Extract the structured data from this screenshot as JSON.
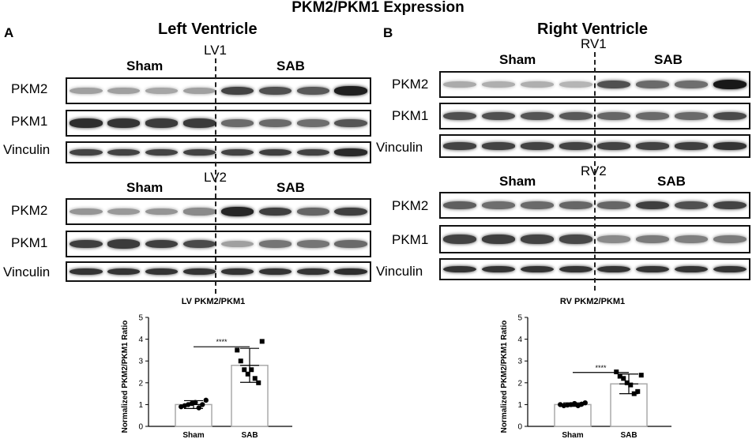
{
  "figure": {
    "title": "PKM2/PKM1 Expression",
    "panels": [
      {
        "letter": "A",
        "title": "Left Ventricle",
        "blocks": [
          {
            "tag": "LV1",
            "group_left": "Sham",
            "group_right": "SAB",
            "rows": [
              {
                "label": "PKM2",
                "intensities": [
                  0.35,
                  0.35,
                  0.32,
                  0.35,
                  0.78,
                  0.72,
                  0.68,
                  0.95
                ]
              },
              {
                "label": "PKM1",
                "intensities": [
                  0.88,
                  0.85,
                  0.82,
                  0.82,
                  0.6,
                  0.6,
                  0.58,
                  0.7
                ]
              },
              {
                "label": "Vinculin",
                "intensities": [
                  0.78,
                  0.78,
                  0.78,
                  0.78,
                  0.78,
                  0.8,
                  0.78,
                  0.9
                ]
              }
            ]
          },
          {
            "tag": "LV2",
            "group_left": "Sham",
            "group_right": "SAB",
            "rows": [
              {
                "label": "PKM2",
                "intensities": [
                  0.4,
                  0.38,
                  0.4,
                  0.45,
                  0.92,
                  0.8,
                  0.62,
                  0.8
                ]
              },
              {
                "label": "PKM1",
                "intensities": [
                  0.8,
                  0.82,
                  0.8,
                  0.75,
                  0.35,
                  0.55,
                  0.55,
                  0.6
                ]
              },
              {
                "label": "Vinculin",
                "intensities": [
                  0.85,
                  0.85,
                  0.85,
                  0.85,
                  0.85,
                  0.85,
                  0.85,
                  0.88
                ]
              }
            ]
          }
        ]
      },
      {
        "letter": "B",
        "title": "Right Ventricle",
        "blocks": [
          {
            "tag": "RV1",
            "group_left": "Sham",
            "group_right": "SAB",
            "rows": [
              {
                "label": "PKM2",
                "intensities": [
                  0.3,
                  0.28,
                  0.28,
                  0.25,
                  0.72,
                  0.6,
                  0.58,
                  0.98
                ]
              },
              {
                "label": "PKM1",
                "intensities": [
                  0.72,
                  0.72,
                  0.7,
                  0.68,
                  0.62,
                  0.6,
                  0.6,
                  0.75
                ]
              },
              {
                "label": "Vinculin",
                "intensities": [
                  0.78,
                  0.78,
                  0.78,
                  0.78,
                  0.78,
                  0.78,
                  0.8,
                  0.85
                ]
              }
            ]
          },
          {
            "tag": "RV2",
            "group_left": "Sham",
            "group_right": "SAB",
            "rows": [
              {
                "label": "PKM2",
                "intensities": [
                  0.65,
                  0.58,
                  0.6,
                  0.62,
                  0.62,
                  0.8,
                  0.72,
                  0.78
                ]
              },
              {
                "label": "PKM1",
                "intensities": [
                  0.78,
                  0.8,
                  0.78,
                  0.76,
                  0.45,
                  0.52,
                  0.5,
                  0.52
                ]
              },
              {
                "label": "Vinculin",
                "intensities": [
                  0.85,
                  0.85,
                  0.85,
                  0.85,
                  0.85,
                  0.85,
                  0.85,
                  0.85
                ]
              }
            ]
          }
        ]
      }
    ]
  },
  "chart_data": [
    {
      "type": "bar",
      "title": "LV PKM2/PKM1",
      "ylabel": "Normalized PKM2/PKM1 Ratio",
      "xlabel": "",
      "categories": [
        "Sham",
        "SAB"
      ],
      "values": [
        1.0,
        2.8
      ],
      "error": [
        0.18,
        0.78
      ],
      "ylim": [
        0,
        5
      ],
      "yticks": [
        0,
        1,
        2,
        3,
        4,
        5
      ],
      "significance": "****",
      "points": [
        [
          0.9,
          0.95,
          1.0,
          1.05,
          1.1,
          0.85,
          1.0,
          1.2
        ],
        [
          3.5,
          3.0,
          2.6,
          2.4,
          2.6,
          2.2,
          2.0,
          3.9
        ]
      ]
    },
    {
      "type": "bar",
      "title": "RV PKM2/PKM1",
      "ylabel": "Normalized PKM2/PKM1 Ratio",
      "xlabel": "",
      "categories": [
        "Sham",
        "SAB"
      ],
      "values": [
        1.0,
        1.95
      ],
      "error": [
        0.08,
        0.45
      ],
      "ylim": [
        0,
        5
      ],
      "yticks": [
        0,
        1,
        2,
        3,
        4,
        5
      ],
      "significance": "****",
      "points": [
        [
          1.0,
          0.95,
          0.98,
          1.0,
          1.05,
          0.95,
          1.02,
          1.08
        ],
        [
          2.5,
          2.3,
          2.2,
          2.0,
          1.9,
          1.5,
          1.6,
          2.35
        ]
      ]
    }
  ]
}
